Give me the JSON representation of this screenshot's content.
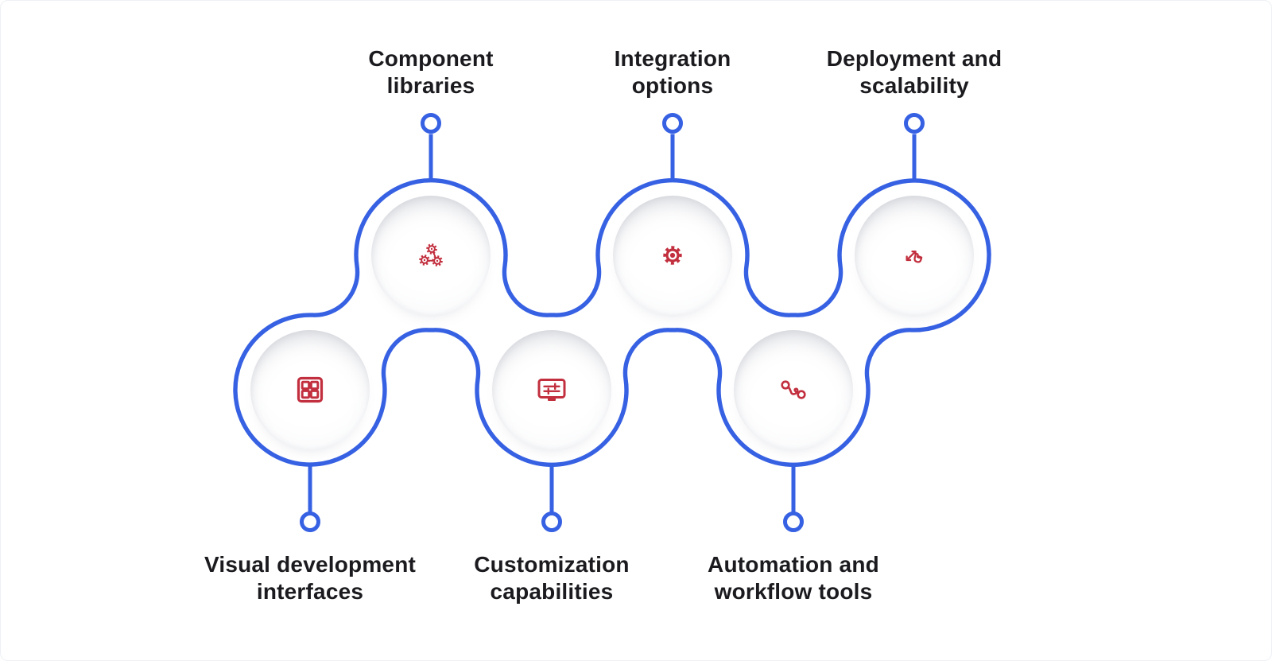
{
  "palette": {
    "line_blue": "#3761E3",
    "icon_red": "#C22F3E",
    "text_color": "#1B1B1F",
    "canvas": "#FFFFFF"
  },
  "diagram": {
    "nodes": [
      {
        "label": "Component\nlibraries",
        "icon_name": "connected-gears-icon",
        "row": "top"
      },
      {
        "label": "Integration\noptions",
        "icon_name": "gear-icon",
        "row": "top"
      },
      {
        "label": "Deployment and\nscalability",
        "icon_name": "resize-drag-hand-icon",
        "row": "top"
      },
      {
        "label": "Visual development\ninterfaces",
        "icon_name": "grid-squares-icon",
        "row": "bottom"
      },
      {
        "label": "Customization\ncapabilities",
        "icon_name": "monitor-sliders-icon",
        "row": "bottom"
      },
      {
        "label": "Automation and\nworkflow tools",
        "icon_name": "workflow-path-icon",
        "row": "bottom"
      }
    ]
  }
}
